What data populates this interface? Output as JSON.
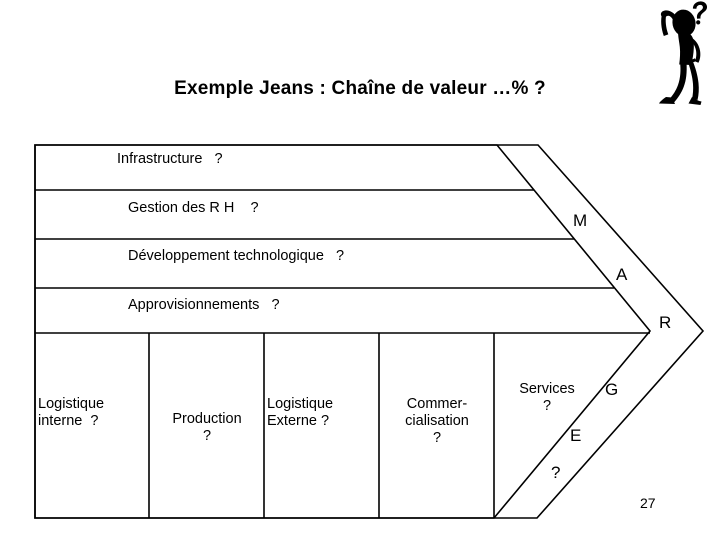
{
  "slide": {
    "title": "Exemple Jeans : Chaîne de valeur …% ?",
    "page_number": "27",
    "background_color": "#ffffff",
    "line_color": "#000000",
    "text_color": "#000000"
  },
  "clipart": {
    "name": "thinking-person-silhouette",
    "description": "Black silhouette of a person scratching their head with a question mark"
  },
  "diagram": {
    "type": "porter-value-chain",
    "support_activities": [
      {
        "label": "Infrastructure   ?"
      },
      {
        "label": "Gestion des R H    ?"
      },
      {
        "label": "Développement technologique   ?"
      },
      {
        "label": "Approvisionnements   ?"
      }
    ],
    "primary_activities": [
      {
        "label": "Logistique\ninterne  ?"
      },
      {
        "label": "Production\n?"
      },
      {
        "label": "Logistique\nExterne ?"
      },
      {
        "label": "Commer-\ncialisation\n?"
      },
      {
        "label": "Services\n?"
      }
    ],
    "margin_letters": [
      {
        "char": "M"
      },
      {
        "char": "A"
      },
      {
        "char": "R"
      },
      {
        "char": "G"
      },
      {
        "char": "E"
      },
      {
        "char": "?"
      }
    ],
    "margin_word": "MARGE ?"
  }
}
